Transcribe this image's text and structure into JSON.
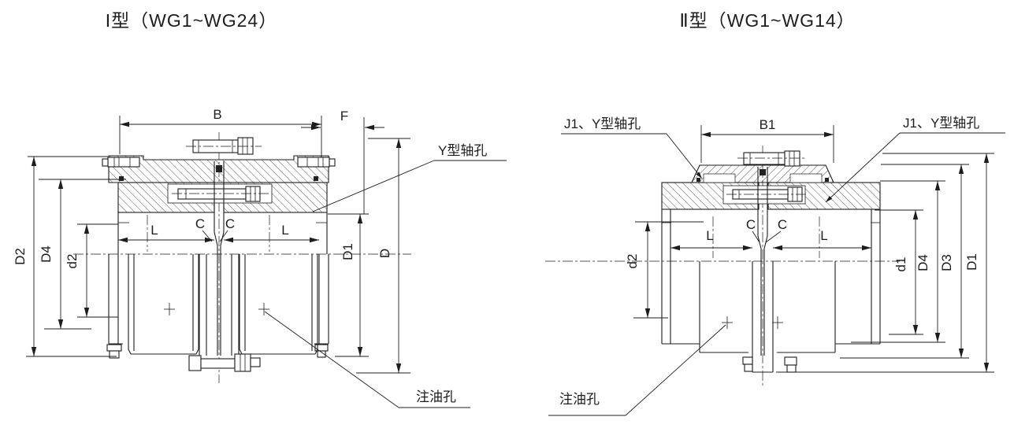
{
  "drawing": {
    "left": {
      "title": "I型（WG1~WG24）",
      "dim_B": "B",
      "dim_F": "F",
      "dim_D2": "D2",
      "dim_D4": "D4",
      "dim_d2": "d2",
      "dim_L_left": "L",
      "dim_L_right": "L",
      "dim_C_left": "C",
      "dim_C_right": "C",
      "dim_D1": "D1",
      "dim_D": "D",
      "callout_shaft": "Y型轴孔",
      "callout_oil": "注油孔"
    },
    "right": {
      "title": "Ⅱ型（WG1~WG14）",
      "dim_B1": "B1",
      "dim_d2": "d2",
      "dim_d1": "d1",
      "dim_D4": "D4",
      "dim_D3": "D3",
      "dim_D1": "D1",
      "dim_L_left": "L",
      "dim_L_right": "L",
      "dim_C_left": "C",
      "dim_C_right": "C",
      "callout_shaft_left": "J1、Y型轴孔",
      "callout_shaft_right": "J1、Y型轴孔",
      "callout_oil": "注油孔"
    }
  }
}
